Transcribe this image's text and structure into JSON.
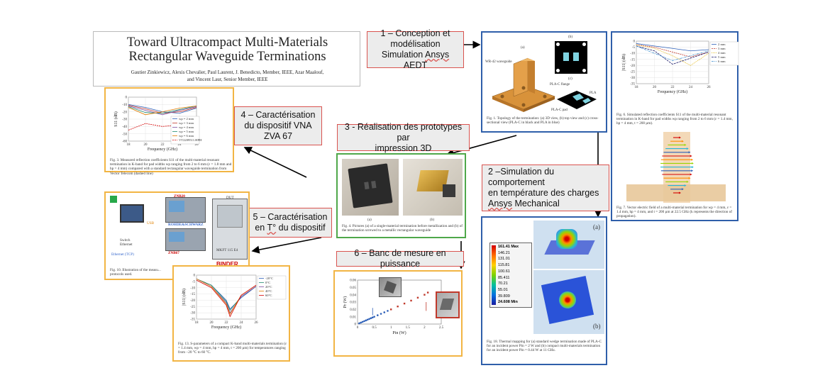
{
  "paper": {
    "title": "Toward Ultracompact Multi-Materials Rectangular Waveguide Terminations",
    "authors_line1": "Gautier Zinkiewicz, Alexis Chevalier, Paul Laurent, J. Benedicto, Member, IEEE, Azar Maalouf,",
    "authors_line2": "and Vincent Laur, Senior Member, IEEE"
  },
  "steps": {
    "s1_line1": "1 – Conception et",
    "s1_line2": "modélisation",
    "s1_line3a": "Simulation ",
    "s1_line3b": "Ansys",
    "s1_line3c": " AEDT",
    "s2_line1": "2 –Simulation du",
    "s2_line2": "comportement",
    "s2_line3": "en température des charges",
    "s2_line4a": "Ansys",
    "s2_line4b": " Mechanical",
    "s3_line1": "3 - Réalisation des prototypes par",
    "s3_line2": "impression 3D",
    "s4_line1": "4 – Caractérisation",
    "s4_line2": "du dispositif VNA",
    "s4_line3": "ZVA 67",
    "s5_line1": "5 – Caractérisation",
    "s5_line2a": "en ",
    "s5_line2b": "T°",
    "s5_line2c": " du dispositif",
    "s6_line1": "6 – Banc de mesure en puissance"
  },
  "fig1": {
    "caption": "Fig. 1. Topology of the termination: (a) 3D view, (b) top view and (c) cross-sectional view (PLA-C in black and PLA in blue)",
    "label_a": "(a)",
    "label_b": "(b)",
    "label_c": "(c)",
    "wr": "WR-42 waveguide",
    "plac": "PLA-C flange",
    "pla": "PLA",
    "pad": "PLA-C pad"
  },
  "fig6": {
    "caption": "Fig. 6. Simulated reflection coefficients S11 of the multi-material resonant termination in K-band for pad widths wp ranging from 2 to 6 mm (ε = 1.4 mm, hp = 4 mm, t = 200 µm).",
    "xlabel": "Frequency (GHz)",
    "ylabel": "|S11| (dB)",
    "legend": [
      "2 mm",
      "3 mm",
      "4 mm",
      "5 mm",
      "6 mm"
    ],
    "xticks": [
      "18",
      "20",
      "22",
      "24",
      "26"
    ],
    "yticks": [
      "0",
      "-5",
      "-10",
      "-15",
      "-20",
      "-25",
      "-30",
      "-35"
    ]
  },
  "fig7": {
    "caption": "Fig. 7. Vector electric field of a multi-material termination for wp = 4 mm, ε = 1.4 mm, hp = 4 mm, and t = 200 µm at 22.5 GHz (k represents the direction of propagation)."
  },
  "fig3": {
    "caption": "Fig. 3. Measured reflection coefficients S11 of the multi-material resonant termination in K-band for pad widths wp ranging from 2 to 6 mm (ε = 1.8 mm and hp = 4 mm) compared with a standard rectangular waveguide termination from Vector Telecom (dashed line)",
    "xlabel": "Frequency (GHz)",
    "ylabel": "S11 (dB)",
    "legend": [
      "wp = 2 mm",
      "wp = 3 mm",
      "wp = 4 mm",
      "wp = 5 mm",
      "wp = 6 mm",
      "VT2209511.HPH"
    ],
    "xticks": [
      "18",
      "20",
      "22",
      "24",
      "26"
    ],
    "yticks": [
      "0",
      "-10",
      "-20",
      "-30",
      "-40",
      "-50",
      "-60"
    ]
  },
  "fig4": {
    "caption": "Fig. 4. Pictures (a) of a single-material termination before metallization and (b) of the termination screwed to a metallic rectangular waveguide",
    "label_a": "(a)",
    "label_b": "(b)"
  },
  "fig10": {
    "caption": "Fig. 10. Illustration of the measu... protocols used.",
    "zna": "ZNB20",
    "rs": "ROHDE&SCHWARZ",
    "znb": "ZNB67",
    "usb": "USB",
    "switch": "Switch Ethernet",
    "eth": "Ethernet (TCP)",
    "dut": "DUT",
    "mkt": "MKFT 115 E4",
    "binder": "BINDER"
  },
  "fig13": {
    "caption": "Fig. 13. S-parameters of a compact K-band multi-materials termination (ε = 1.4 mm, wp = 4 mm, hp = 4 mm, t = 200 µm) for temperatures ranging from −20 °C to 60 °C.",
    "xlabel": "Frequency (GHz)",
    "ylabel": "|S11| (dB)",
    "legend": [
      "-20°C",
      "0°C",
      "20°C",
      "40°C",
      "60°C"
    ],
    "xticks": [
      "18",
      "20",
      "22",
      "24",
      "26"
    ],
    "yticks": [
      "0",
      "-5",
      "-10",
      "-15",
      "-20",
      "-25",
      "-30",
      "-35"
    ]
  },
  "fig_power": {
    "xlabel": "Pin (W)",
    "ylabel": "Pr (W)",
    "xticks": [
      "0",
      "0.5",
      "1",
      "1.5",
      "2",
      "2.5"
    ],
    "yticks": [
      "0",
      "0.01",
      "0.02",
      "0.03",
      "0.04",
      "0.05",
      "0.06"
    ]
  },
  "fig18": {
    "caption": "Fig. 18. Thermal mapping for (a) standard wedge termination made of PLA-C for an incident power Pin = 2 W and (b) compact multi-materials termination for an incident power Pin = 0.44 W at 11 GHz.",
    "label_a": "(a)",
    "label_b": "(b)",
    "scale": [
      "161.41 Max",
      "146.21",
      "131.01",
      "115.81",
      "100.61",
      "85.411",
      "70.21",
      "55.01",
      "39.809",
      "24.608 Min"
    ]
  },
  "chart_data": [
    {
      "type": "line",
      "title": "",
      "xlabel": "Frequency (GHz)",
      "ylabel": "|S11| (dB)",
      "xlim": [
        18,
        26
      ],
      "ylim": [
        -35,
        0
      ],
      "series": [
        {
          "name": "2 mm",
          "x": [
            18,
            20,
            22,
            24,
            26
          ],
          "values": [
            -2,
            -4,
            -6,
            -8,
            -7
          ]
        },
        {
          "name": "3 mm",
          "x": [
            18,
            20,
            22,
            24,
            26
          ],
          "values": [
            -3,
            -5,
            -9,
            -13,
            -9
          ]
        },
        {
          "name": "4 mm",
          "x": [
            18,
            20,
            22,
            24,
            26
          ],
          "values": [
            -3,
            -6,
            -12,
            -20,
            -10
          ]
        },
        {
          "name": "5 mm",
          "x": [
            18,
            20,
            22,
            24,
            26
          ],
          "values": [
            -4,
            -8,
            -19,
            -14,
            -9
          ]
        },
        {
          "name": "6 mm",
          "x": [
            18,
            20,
            22,
            24,
            26
          ],
          "values": [
            -4,
            -10,
            -16,
            -12,
            -8
          ]
        }
      ]
    },
    {
      "type": "line",
      "title": "",
      "xlabel": "Frequency (GHz)",
      "ylabel": "S11 (dB)",
      "xlim": [
        18,
        26
      ],
      "ylim": [
        -60,
        0
      ],
      "series": [
        {
          "name": "wp = 2 mm",
          "x": [
            18,
            20,
            22,
            24,
            26
          ],
          "values": [
            -10,
            -14,
            -20,
            -22,
            -15
          ]
        },
        {
          "name": "wp = 3 mm",
          "x": [
            18,
            20,
            22,
            24,
            26
          ],
          "values": [
            -11,
            -16,
            -22,
            -20,
            -14
          ]
        },
        {
          "name": "wp = 4 mm",
          "x": [
            18,
            20,
            22,
            24,
            26
          ],
          "values": [
            -12,
            -18,
            -24,
            -18,
            -13
          ]
        },
        {
          "name": "wp = 5 mm",
          "x": [
            18,
            20,
            22,
            24,
            26
          ],
          "values": [
            -13,
            -21,
            -22,
            -17,
            -12
          ]
        },
        {
          "name": "wp = 6 mm",
          "x": [
            18,
            20,
            22,
            24,
            26
          ],
          "values": [
            -14,
            -24,
            -20,
            -15,
            -12
          ]
        },
        {
          "name": "VT2209511.HPH",
          "x": [
            18,
            20,
            22,
            24,
            26
          ],
          "values": [
            -45,
            -36,
            -40,
            -38,
            -42
          ]
        }
      ]
    },
    {
      "type": "line",
      "title": "",
      "xlabel": "Frequency (GHz)",
      "ylabel": "|S11| (dB)",
      "xlim": [
        18,
        26
      ],
      "ylim": [
        -35,
        0
      ],
      "series": [
        {
          "name": "-20°C",
          "x": [
            18,
            20,
            22,
            22.5,
            24,
            26
          ],
          "values": [
            -3,
            -8,
            -20,
            -27,
            -18,
            -9
          ]
        },
        {
          "name": "0°C",
          "x": [
            18,
            20,
            22,
            22.5,
            24,
            26
          ],
          "values": [
            -3,
            -8,
            -21,
            -28,
            -17,
            -9
          ]
        },
        {
          "name": "20°C",
          "x": [
            18,
            20,
            22,
            22.5,
            24,
            26
          ],
          "values": [
            -3,
            -9,
            -22,
            -30,
            -17,
            -9
          ]
        },
        {
          "name": "40°C",
          "x": [
            18,
            20,
            22,
            22.5,
            24,
            26
          ],
          "values": [
            -3,
            -9,
            -23,
            -31,
            -16,
            -8
          ]
        },
        {
          "name": "60°C",
          "x": [
            18,
            20,
            22,
            22.5,
            24,
            26
          ],
          "values": [
            -4,
            -10,
            -24,
            -33,
            -16,
            -8
          ]
        }
      ]
    },
    {
      "type": "scatter",
      "title": "",
      "xlabel": "Pin (W)",
      "ylabel": "Pr (W)",
      "xlim": [
        0,
        2.5
      ],
      "ylim": [
        0,
        0.06
      ],
      "series": [
        {
          "name": "",
          "x": [
            0.05,
            0.1,
            0.15,
            0.2,
            0.25,
            0.3,
            0.35,
            0.4,
            0.45,
            0.5,
            0.6,
            0.7,
            0.8,
            0.9,
            1.0,
            1.2,
            1.4,
            1.6,
            1.8,
            2.0,
            2.1
          ],
          "values": [
            0.001,
            0.002,
            0.003,
            0.004,
            0.005,
            0.006,
            0.007,
            0.008,
            0.009,
            0.01,
            0.012,
            0.014,
            0.016,
            0.018,
            0.02,
            0.024,
            0.028,
            0.032,
            0.036,
            0.04,
            0.043
          ]
        }
      ]
    }
  ]
}
